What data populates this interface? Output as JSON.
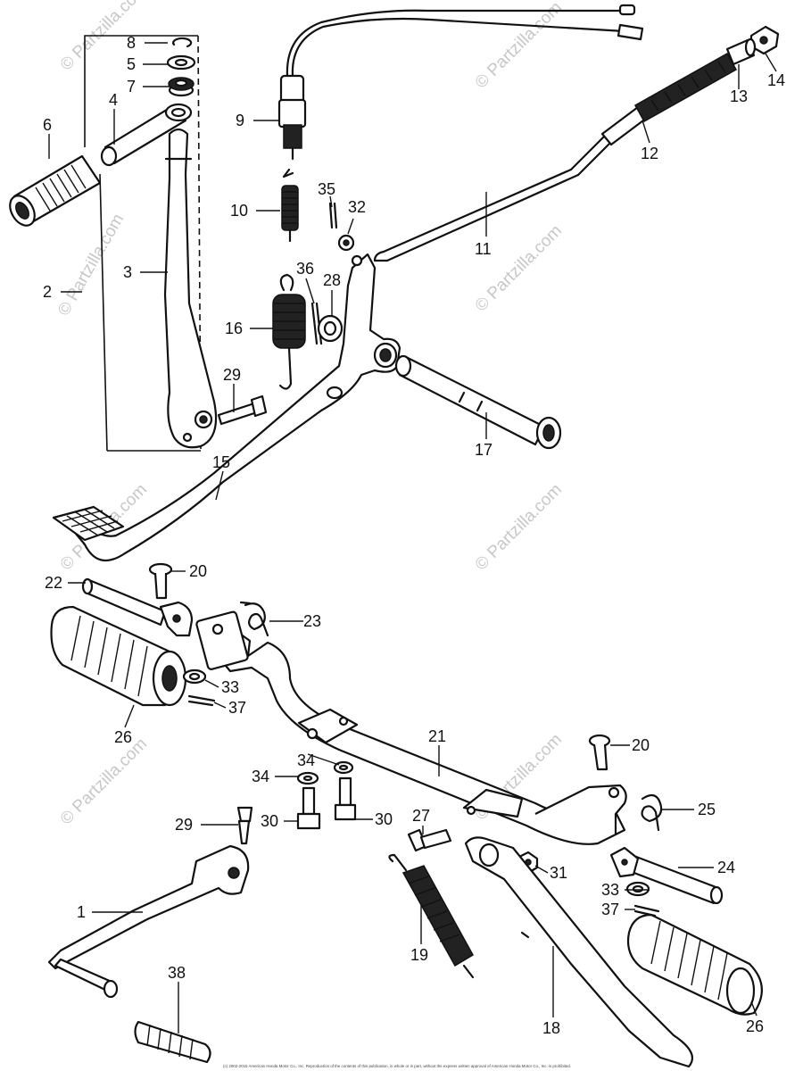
{
  "watermark": "© Partzilla.com",
  "copyright": "(c) 2002-2015 American Honda Motor Co., Inc. Reproduction of the contents of this publication, in whole or in part, without the express written approval of American Honda Motor Co., Inc. is prohibited.",
  "callouts": [
    {
      "id": "8",
      "text": "8"
    },
    {
      "id": "5",
      "text": "5"
    },
    {
      "id": "7",
      "text": "7"
    },
    {
      "id": "4",
      "text": "4"
    },
    {
      "id": "6",
      "text": "6"
    },
    {
      "id": "9",
      "text": "9"
    },
    {
      "id": "14",
      "text": "14"
    },
    {
      "id": "13",
      "text": "13"
    },
    {
      "id": "12",
      "text": "12"
    },
    {
      "id": "10",
      "text": "10"
    },
    {
      "id": "35",
      "text": "35"
    },
    {
      "id": "32",
      "text": "32"
    },
    {
      "id": "11",
      "text": "11"
    },
    {
      "id": "2",
      "text": "2"
    },
    {
      "id": "3",
      "text": "3"
    },
    {
      "id": "36",
      "text": "36"
    },
    {
      "id": "28",
      "text": "28"
    },
    {
      "id": "16",
      "text": "16"
    },
    {
      "id": "29a",
      "text": "29"
    },
    {
      "id": "17",
      "text": "17"
    },
    {
      "id": "15",
      "text": "15"
    },
    {
      "id": "20a",
      "text": "20"
    },
    {
      "id": "22",
      "text": "22"
    },
    {
      "id": "23",
      "text": "23"
    },
    {
      "id": "33a",
      "text": "33"
    },
    {
      "id": "37a",
      "text": "37"
    },
    {
      "id": "26a",
      "text": "26"
    },
    {
      "id": "21",
      "text": "21"
    },
    {
      "id": "20b",
      "text": "20"
    },
    {
      "id": "34a",
      "text": "34"
    },
    {
      "id": "34b",
      "text": "34"
    },
    {
      "id": "25",
      "text": "25"
    },
    {
      "id": "29b",
      "text": "29"
    },
    {
      "id": "30a",
      "text": "30"
    },
    {
      "id": "30b",
      "text": "30"
    },
    {
      "id": "27",
      "text": "27"
    },
    {
      "id": "31",
      "text": "31"
    },
    {
      "id": "24",
      "text": "24"
    },
    {
      "id": "1",
      "text": "1"
    },
    {
      "id": "33b",
      "text": "33"
    },
    {
      "id": "37b",
      "text": "37"
    },
    {
      "id": "19",
      "text": "19"
    },
    {
      "id": "38",
      "text": "38"
    },
    {
      "id": "18",
      "text": "18"
    },
    {
      "id": "26b",
      "text": "26"
    }
  ]
}
